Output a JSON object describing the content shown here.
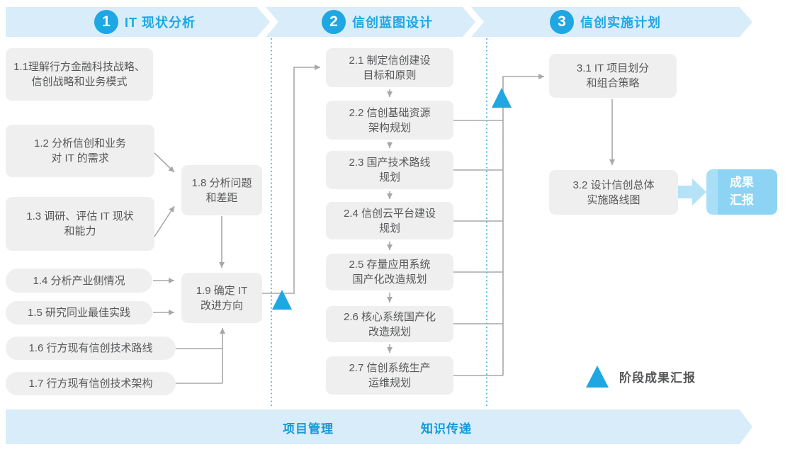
{
  "header": {
    "phases": [
      {
        "number": "1",
        "title": "IT 现状分析"
      },
      {
        "number": "2",
        "title": "信创蓝图设计"
      },
      {
        "number": "3",
        "title": "信创实施计划"
      }
    ]
  },
  "phase1": {
    "boxes": [
      {
        "text": "1.1理解行方金融科技战略、\n信创战略和业务模式"
      },
      {
        "text": "1.2 分析信创和业务\n对 IT 的需求"
      },
      {
        "text": "1.3 调研、评估 IT 现状\n和能力"
      },
      {
        "text": "1.4 分析产业侧情况"
      },
      {
        "text": "1.5 研究同业最佳实践"
      },
      {
        "text": "1.6 行方现有信创技术路线"
      },
      {
        "text": "1.7 行方现有信创技术架构"
      },
      {
        "text": "1.8 分析问题\n和差距"
      },
      {
        "text": "1.9 确定 IT\n改进方向"
      }
    ]
  },
  "phase2": {
    "boxes": [
      {
        "text": "2.1 制定信创建设\n目标和原则"
      },
      {
        "text": "2.2 信创基础资源\n架构规划"
      },
      {
        "text": "2.3 国产技术路线\n规划"
      },
      {
        "text": "2.4 信创云平台建设\n规划"
      },
      {
        "text": "2.5 存量应用系统\n国产化改造规划"
      },
      {
        "text": "2.6 核心系统国产化\n改造规划"
      },
      {
        "text": "2.7 信创系统生产\n运维规划"
      }
    ]
  },
  "phase3": {
    "boxes": [
      {
        "text": "3.1 IT 项目划分\n和组合策略"
      },
      {
        "text": "3.2 设计信创总体\n实施路线图"
      }
    ],
    "deliverable": "成果\n汇报"
  },
  "legend": {
    "label": "阶段成果汇报"
  },
  "footer": {
    "labels": [
      "项目管理",
      "知识传递"
    ]
  },
  "colors": {
    "band": "#D8EDF9",
    "accent": "#1EA7E2",
    "box_bg": "#EFEFEF",
    "box_text": "#57585A",
    "line": "#A6A8AB",
    "dotted": "#3FB0E0",
    "deliverable_bg": "#8DD3F3",
    "deliverable_stripe": "#A9DEF7",
    "fat_arrow": "#B5E2F7",
    "footer_text": "#1599D6"
  }
}
